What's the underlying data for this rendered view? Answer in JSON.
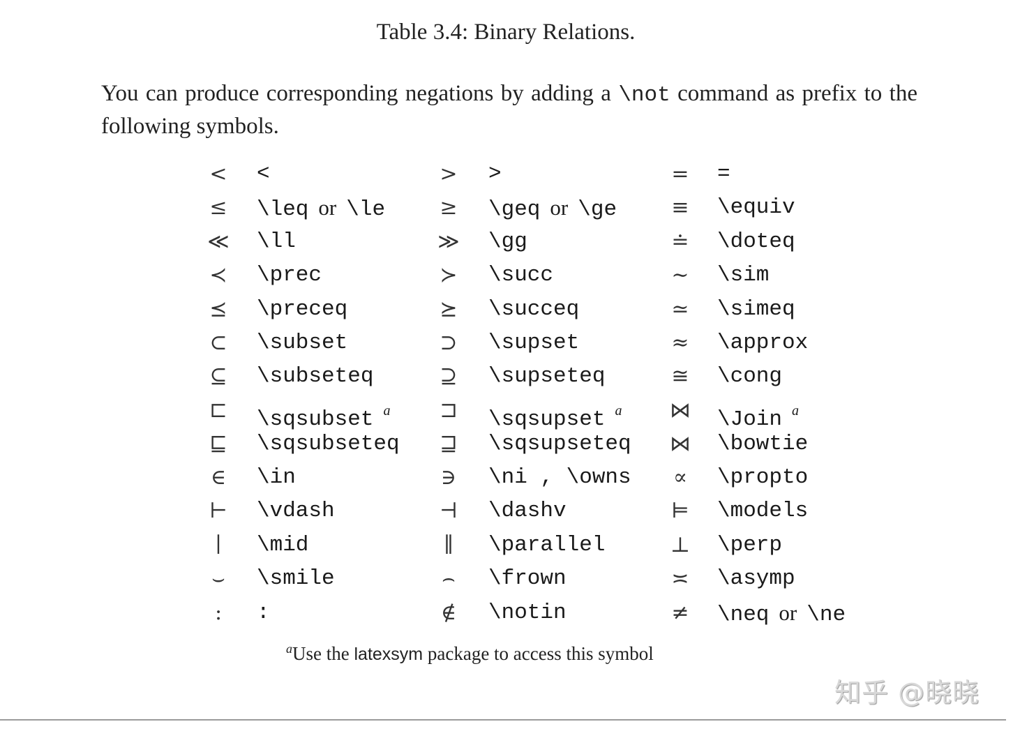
{
  "caption": "Table 3.4: Binary Relations.",
  "intro": {
    "before": "You can produce corresponding negations by adding a ",
    "command": "\\not",
    "after": " command as prefix to the following symbols."
  },
  "rows": [
    [
      {
        "sym": "<",
        "cmd": "<"
      },
      {
        "sym": ">",
        "cmd": ">"
      },
      {
        "sym": "=",
        "cmd": "="
      }
    ],
    [
      {
        "sym": "≤",
        "cmd": "\\leq",
        "or": "or",
        "alt": "\\le"
      },
      {
        "sym": "≥",
        "cmd": "\\geq",
        "or": "or",
        "alt": "\\ge"
      },
      {
        "sym": "≡",
        "cmd": "\\equiv"
      }
    ],
    [
      {
        "sym": "≪",
        "cmd": "\\ll"
      },
      {
        "sym": "≫",
        "cmd": "\\gg"
      },
      {
        "sym": "≐",
        "cmd": "\\doteq"
      }
    ],
    [
      {
        "sym": "≺",
        "cmd": "\\prec"
      },
      {
        "sym": "≻",
        "cmd": "\\succ"
      },
      {
        "sym": "∼",
        "cmd": "\\sim"
      }
    ],
    [
      {
        "sym": "⪯",
        "cmd": "\\preceq"
      },
      {
        "sym": "⪰",
        "cmd": "\\succeq"
      },
      {
        "sym": "≃",
        "cmd": "\\simeq"
      }
    ],
    [
      {
        "sym": "⊂",
        "cmd": "\\subset"
      },
      {
        "sym": "⊃",
        "cmd": "\\supset"
      },
      {
        "sym": "≈",
        "cmd": "\\approx"
      }
    ],
    [
      {
        "sym": "⊆",
        "cmd": "\\subseteq"
      },
      {
        "sym": "⊇",
        "cmd": "\\supseteq"
      },
      {
        "sym": "≅",
        "cmd": "\\cong"
      }
    ],
    [
      {
        "sym": "⊏",
        "cmd": "\\sqsubset",
        "note": "a"
      },
      {
        "sym": "⊐",
        "cmd": "\\sqsupset",
        "note": "a"
      },
      {
        "sym": "⋈",
        "cmd": "\\Join",
        "note": "a"
      }
    ],
    [
      {
        "sym": "⊑",
        "cmd": "\\sqsubseteq"
      },
      {
        "sym": "⊒",
        "cmd": "\\sqsupseteq"
      },
      {
        "sym": "⋈",
        "cmd": "\\bowtie"
      }
    ],
    [
      {
        "sym": "∈",
        "cmd": "\\in"
      },
      {
        "sym": "∋",
        "cmd": "\\ni , \\owns"
      },
      {
        "sym": "∝",
        "cmd": "\\propto"
      }
    ],
    [
      {
        "sym": "⊢",
        "cmd": "\\vdash"
      },
      {
        "sym": "⊣",
        "cmd": "\\dashv"
      },
      {
        "sym": "⊨",
        "cmd": "\\models"
      }
    ],
    [
      {
        "sym": "∣",
        "cmd": "\\mid"
      },
      {
        "sym": "∥",
        "cmd": "\\parallel"
      },
      {
        "sym": "⊥",
        "cmd": "\\perp"
      }
    ],
    [
      {
        "sym": "⌣",
        "cmd": "\\smile"
      },
      {
        "sym": "⌢",
        "cmd": "\\frown"
      },
      {
        "sym": "≍",
        "cmd": "\\asymp"
      }
    ],
    [
      {
        "sym": ":",
        "cmd": ":"
      },
      {
        "sym": "∉",
        "cmd": "\\notin"
      },
      {
        "sym": "≠",
        "cmd": "\\neq",
        "or": "or",
        "alt": "\\ne"
      }
    ]
  ],
  "footnote": {
    "mark": "a",
    "before": "Use the ",
    "package": "latexsym",
    "after": " package to access this symbol"
  },
  "watermark": "知乎 @晓晓"
}
